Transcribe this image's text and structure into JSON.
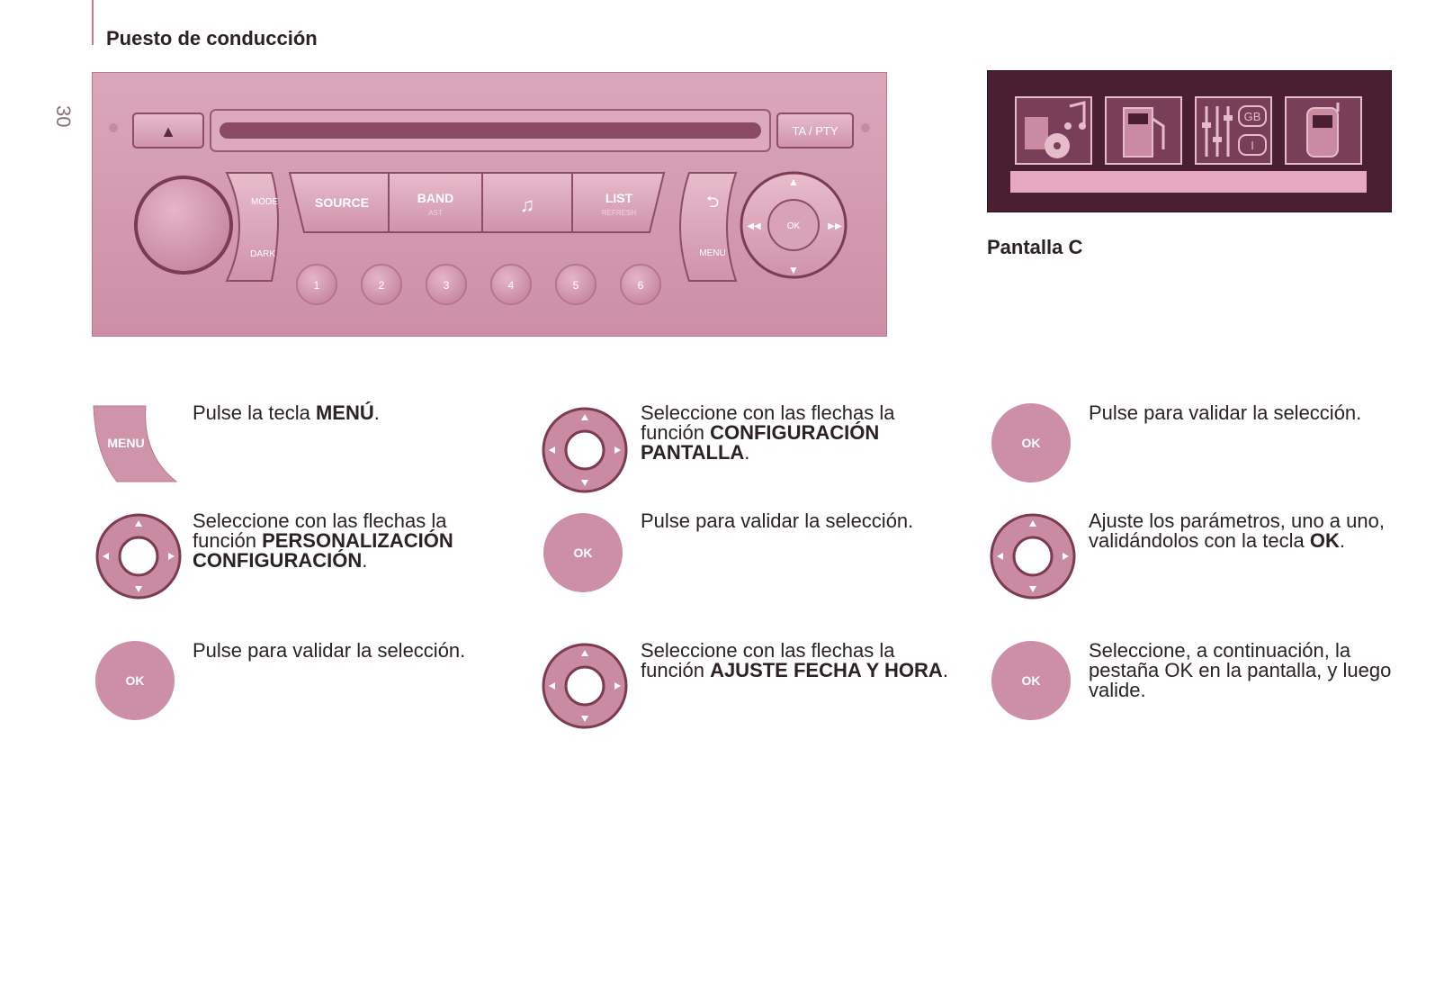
{
  "header": {
    "section_title": "Puesto de conducción",
    "page_number": "30"
  },
  "radio": {
    "eject_symbol": "▲",
    "ta_pty_label": "TA / PTY",
    "mode_label": "MODE",
    "dark_label": "DARK",
    "source_label": "SOURCE",
    "band_label": "BAND",
    "band_sub_label": "AST",
    "music_symbol": "♫",
    "list_label": "LIST",
    "list_sub_label": "REFRESH",
    "back_symbol": "⮌",
    "menu_label": "MENU",
    "ok_label": "OK",
    "up_arrow": "▲",
    "down_arrow": "▼",
    "left_arrow": "◀◀",
    "right_arrow": "▶▶",
    "presets": [
      "1",
      "2",
      "3",
      "4",
      "5",
      "6"
    ]
  },
  "screen_c": {
    "label": "Pantalla C",
    "icons": [
      "audio-icon",
      "fuel-pump-icon",
      "settings-language-icon",
      "telephone-icon"
    ],
    "lang_gb": "GB",
    "lang_i": "I"
  },
  "steps": {
    "s1": {
      "icon": "menu-key-icon",
      "icon_label": "MENU",
      "pre": "Pulse la tecla ",
      "bold": "MENÚ",
      "post": "."
    },
    "s2": {
      "icon": "direction-pad-icon",
      "pre": "Seleccione con las flechas la función ",
      "bold": "PERSONALIZACIÓN CONFIGURACIÓN",
      "post": "."
    },
    "s3": {
      "icon": "ok-button-icon",
      "icon_label": "OK",
      "pre": "Pulse para validar la selección.",
      "bold": "",
      "post": ""
    },
    "s4": {
      "icon": "direction-pad-icon",
      "pre": "Seleccione con las flechas la función ",
      "bold": "CONFIGURACIÓN PANTALLA",
      "post": "."
    },
    "s5": {
      "icon": "ok-button-icon",
      "icon_label": "OK",
      "pre": "Pulse para validar la selección.",
      "bold": "",
      "post": ""
    },
    "s6": {
      "icon": "direction-pad-icon",
      "pre": "Seleccione con las flechas la función ",
      "bold": "AJUSTE FECHA Y HORA",
      "post": "."
    },
    "s7": {
      "icon": "ok-button-icon",
      "icon_label": "OK",
      "pre": "Pulse para validar la selección.",
      "bold": "",
      "post": ""
    },
    "s8": {
      "icon": "direction-pad-icon",
      "pre": "Ajuste los parámetros, uno a uno, validándolos con la tecla ",
      "bold": "OK",
      "post": "."
    },
    "s9": {
      "icon": "ok-button-icon",
      "icon_label": "OK",
      "pre": "Seleccione, a continuación, la pestaña OK en la pantalla, y luego valide.",
      "bold": "",
      "post": ""
    }
  },
  "colors": {
    "accent": "#c98aa2",
    "panel": "#d49cb1",
    "dark_screen": "#4a1f31"
  }
}
